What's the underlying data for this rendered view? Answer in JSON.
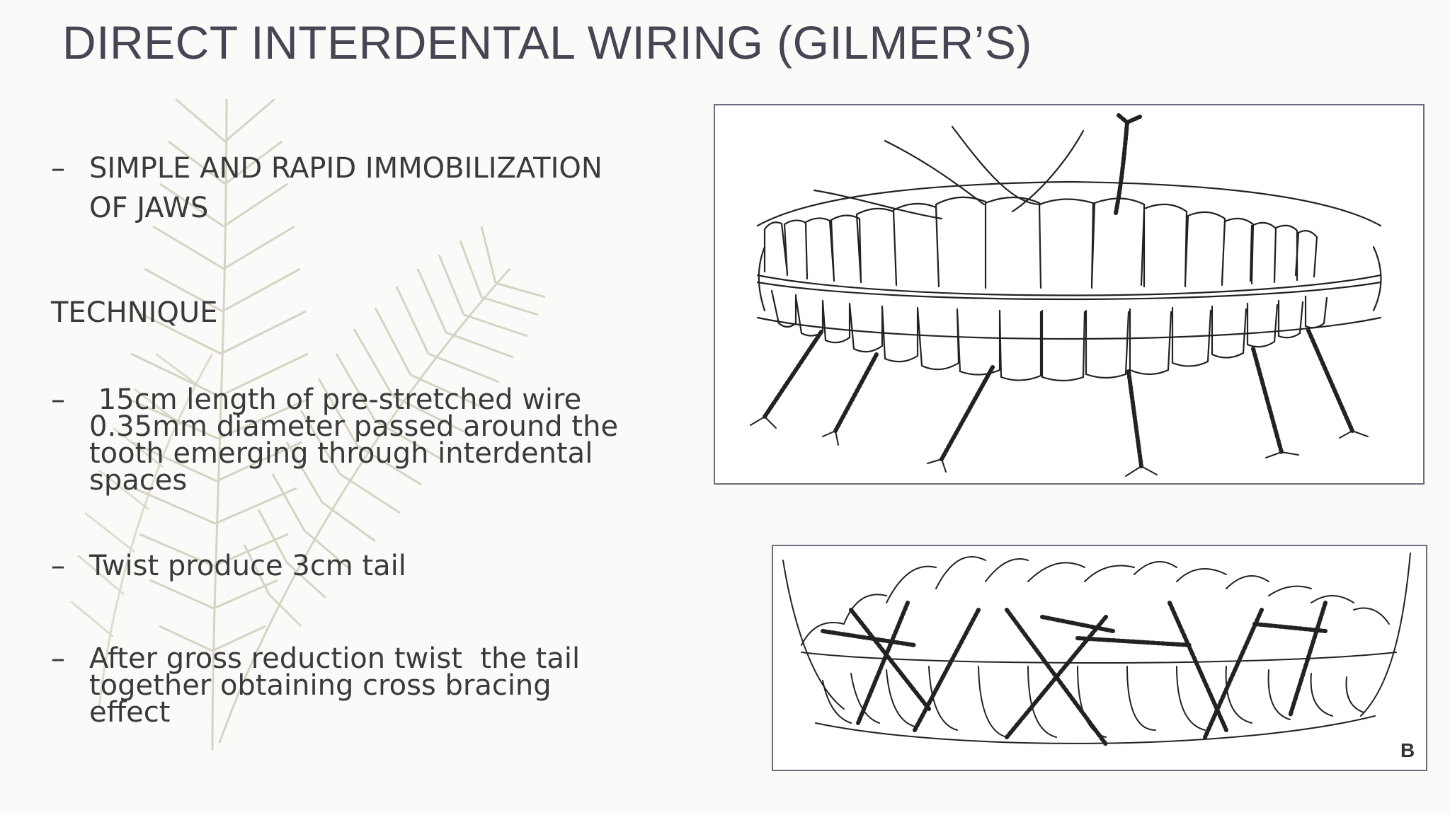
{
  "slide": {
    "title": "DIRECT INTERDENTAL WIRING (GILMER’S)",
    "bullet_char": "–",
    "bullets": [
      {
        "lines": [
          "SIMPLE AND RAPID IMMOBILIZATION",
          "OF JAWS"
        ]
      },
      {
        "lines": [
          " 15cm length of pre-stretched wire",
          "0.35mm diameter passed around the",
          "tooth emerging through interdental",
          "spaces"
        ]
      },
      {
        "lines": [
          "Twist produce 3cm tail"
        ]
      },
      {
        "lines": [
          "After gross reduction twist  the tail",
          "together obtaining cross bracing",
          "effect"
        ]
      }
    ],
    "heading": "TECHNIQUE"
  },
  "figures": {
    "top": {
      "icon": "teeth-wiring-illustration"
    },
    "bottom": {
      "icon": "cross-bracing-illustration",
      "label": "B"
    }
  },
  "colors": {
    "background": "#fbfaf8",
    "title": "#454553",
    "body": "#3a3a3a",
    "frame": "#6b6b7b",
    "feather": "#c9c8b2"
  }
}
